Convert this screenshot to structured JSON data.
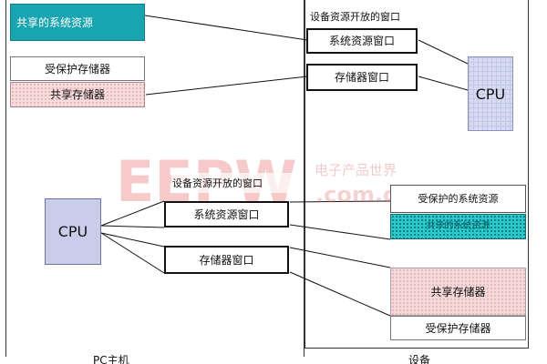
{
  "left": {
    "shared_system_resources": "共享的系统资源",
    "protected_memory": "受保护存储器",
    "shared_memory": "共享存储器",
    "cpu": "CPU",
    "window_title": "设备资源开放的窗口",
    "system_window": "系统资源窗口",
    "memory_window": "存储器窗口",
    "caption": "PC主机"
  },
  "right": {
    "window_title": "设备资源开放的窗口",
    "system_window": "系统资源窗口",
    "memory_window": "存储器窗口",
    "cpu": "CPU",
    "protected_system_resources": "受保护的系统资源",
    "shared_system_resources": "共享的系统资源",
    "shared_memory": "共享存储器",
    "protected_memory": "受保护存储器",
    "caption": "设备"
  },
  "watermark": {
    "logo_text": "EEPW",
    "site_text": "电子产品世界",
    "domain_text": ".com.cn"
  },
  "colors": {
    "teal": "#18a4b0",
    "cpu_lavender": "#c9cde9",
    "pink": "#f6dcdc",
    "watermark_red": "#df3f3f"
  }
}
